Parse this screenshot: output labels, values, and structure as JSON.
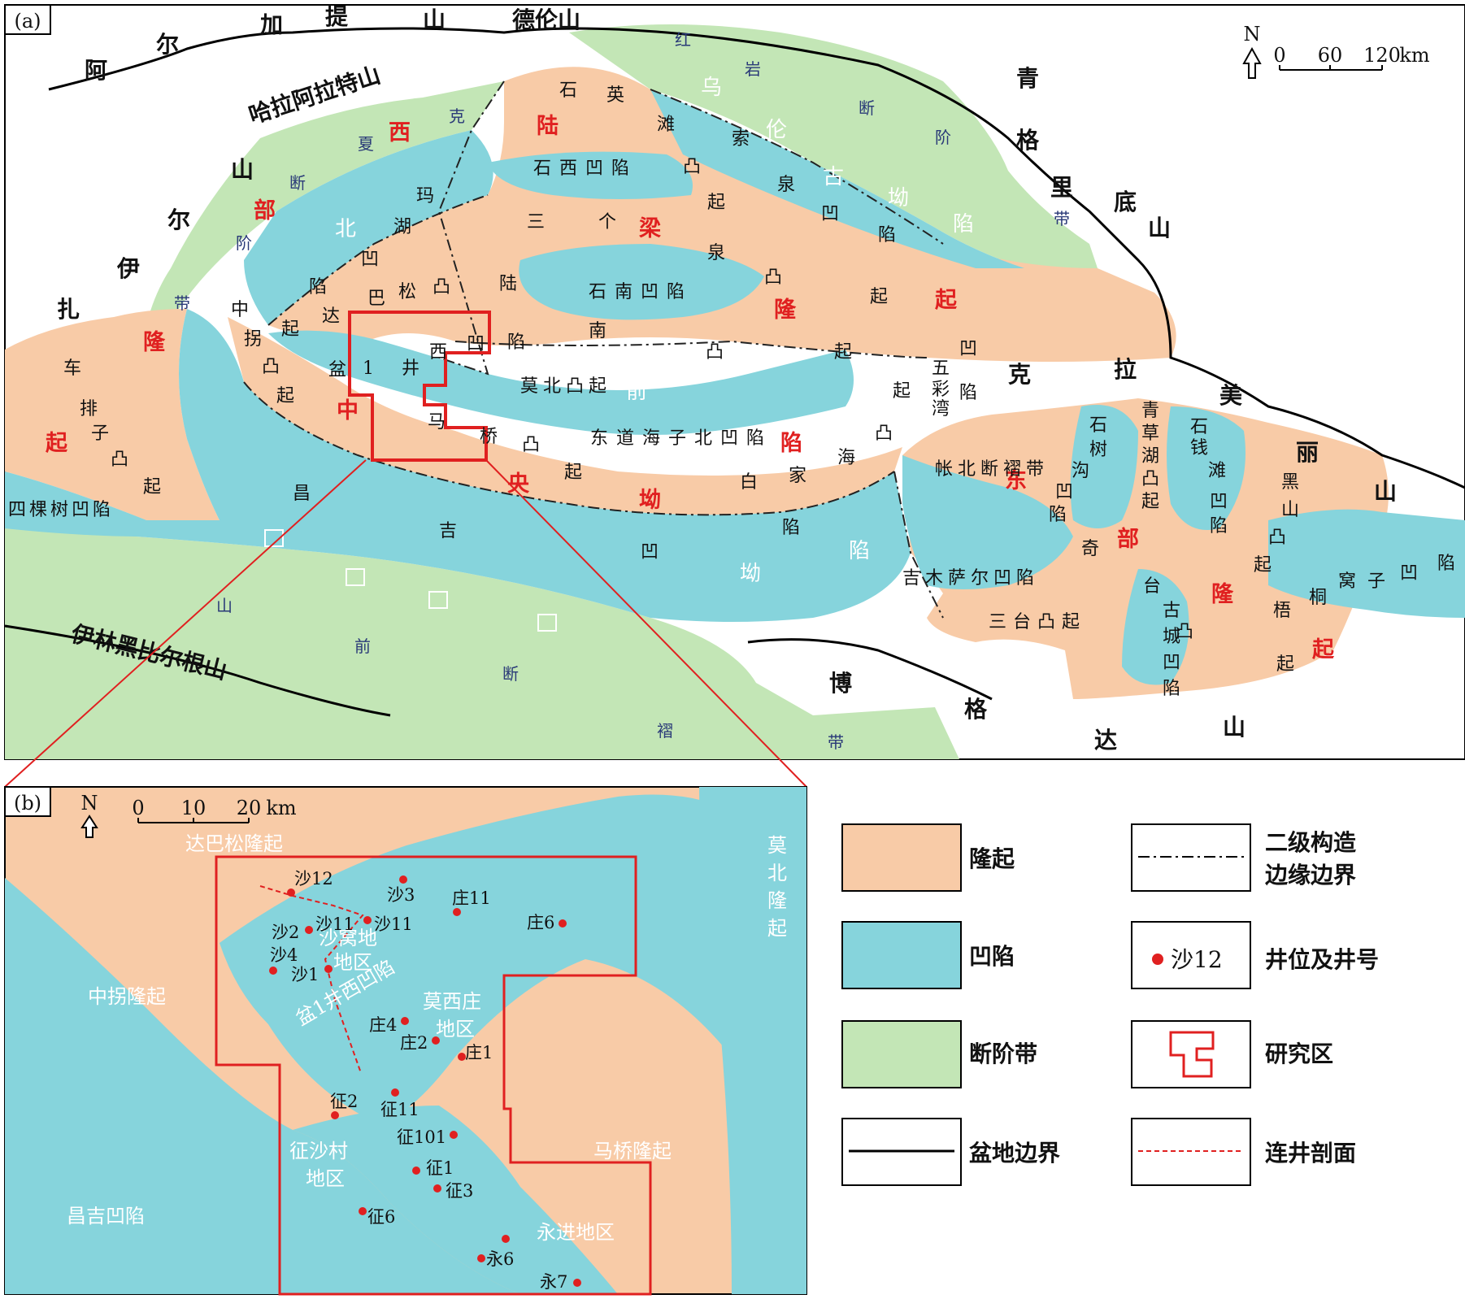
{
  "colors": {
    "uplift": "#f8cba7",
    "depression": "#86d4dc",
    "fault_step": "#c3e6b6",
    "study_area": "#e02020",
    "boundary": "#000000"
  },
  "panel_a": {
    "tag": "(a)",
    "compass": "N",
    "scale": [
      "0",
      "60",
      "120",
      "km"
    ],
    "mountains": {
      "m1": [
        "加",
        "提",
        "山",
        "德伦山"
      ],
      "m2": [
        "阿",
        "尔"
      ],
      "m3": "哈拉阿拉特山",
      "m4": [
        "山",
        "尔",
        "伊",
        "扎"
      ],
      "m5": [
        "青",
        "格",
        "里",
        "底",
        "山"
      ],
      "m6": [
        "克",
        "拉",
        "美",
        "丽",
        "山"
      ],
      "m7": "伊林黑比尔根山",
      "m8": [
        "博",
        "格",
        "达",
        "山"
      ]
    },
    "big_units": {
      "xibu_longqi": [
        "西",
        "部",
        "隆",
        "起"
      ],
      "luliang_longqi": [
        "陆",
        "梁",
        "隆",
        "起"
      ],
      "zhongyang_aoxian": [
        "中",
        "央",
        "坳",
        "陷"
      ],
      "wulungu_aoxian": [
        "乌",
        "伦",
        "古",
        "坳",
        "陷"
      ],
      "dongbu_longqi": [
        "东",
        "部",
        "隆",
        "起"
      ],
      "beiqianqian": [
        "北",
        "前",
        "坳",
        "陷"
      ],
      "bottom_q": [
        "昌",
        "吉",
        "凹",
        "陷"
      ]
    },
    "labels_fault": {
      "hong": [
        "红",
        "岩",
        "断",
        "阶",
        "带"
      ],
      "kexia": [
        "克",
        "夏",
        "断",
        "阶",
        "带"
      ],
      "shanqian": [
        "山",
        "前",
        "断",
        "褶",
        "带"
      ]
    },
    "sub_units": {
      "shiying": [
        "石",
        "英",
        "滩",
        "凸",
        "起"
      ],
      "shixi": "石西凹陷",
      "sange": [
        "三",
        "个",
        "泉",
        "凸",
        "起"
      ],
      "shinan": "石南凹陷",
      "suoquan": [
        "索",
        "泉",
        "凹",
        "陷"
      ],
      "mahu": [
        "玛",
        "湖",
        "凹",
        "陷"
      ],
      "dabasong": [
        "达",
        "巴",
        "松",
        "凸",
        "起"
      ],
      "zhongguai": [
        "中",
        "拐",
        "凸",
        "起"
      ],
      "penyijing": [
        "盆",
        "1",
        "井",
        "西",
        "凹",
        "陷"
      ],
      "moby": "莫北凸起",
      "luliang": [
        "陆",
        "南",
        "凸",
        "起"
      ],
      "dongdao": "东道海子北凹陷",
      "baijiahai": [
        "白",
        "家",
        "海",
        "凸",
        "起"
      ],
      "maqiao": [
        "马",
        "桥",
        "凸",
        "起"
      ],
      "wucaiwan": [
        "五",
        "彩",
        "湾",
        "凹",
        "陷"
      ],
      "beidu": "帐北断褶带",
      "shishugou": [
        "石",
        "树",
        "沟",
        "凹",
        "陷"
      ],
      "qingcaohu": [
        "青",
        "草",
        "湖",
        "凸",
        "起"
      ],
      "shiqiantan": [
        "石",
        "钱",
        "滩",
        "凹",
        "陷"
      ],
      "heishan": [
        "黑",
        "山",
        "凸",
        "起"
      ],
      "jimusaer": "吉木萨尔凹陷",
      "qitai": [
        "奇",
        "台"
      ],
      "gucheng": [
        "古",
        "城",
        "凹",
        "陷"
      ],
      "santai": "三台凸起",
      "wutong": [
        "梧",
        "桐",
        "窝",
        "子",
        "凹",
        "陷"
      ],
      "chepaizi": [
        "车",
        "排",
        "子",
        "凸",
        "起"
      ],
      "sikeshu": "四棵树凹陷",
      "changji": [
        "昌",
        "吉",
        "凹",
        "陷"
      ],
      "fukang": [
        "凸",
        "起"
      ]
    }
  },
  "panel_b": {
    "tag": "(b)",
    "compass": "N",
    "scale": [
      "0",
      "10",
      "20",
      "km"
    ],
    "regions": {
      "dabasong": "达巴松隆起",
      "mobei": [
        "莫",
        "北",
        "隆",
        "起"
      ],
      "zhongguai": "中拐隆起",
      "shawo": [
        "沙窝地",
        "地区"
      ],
      "penyi": "盆1井西凹陷",
      "moxizhuang": [
        "莫西庄",
        "地区"
      ],
      "maqiao": "马桥隆起",
      "zhengshacun": [
        "征沙村",
        "地区"
      ],
      "changji": "昌吉凹陷",
      "yongjin": "永进地区"
    },
    "wells": [
      "沙12",
      "沙3",
      "庄11",
      "沙2",
      "沙11",
      "沙11",
      "庄6",
      "沙4",
      "沙1",
      "庄4",
      "庄2",
      "庄1",
      "征2",
      "征11",
      "征101",
      "征1",
      "征3",
      "征6",
      "永6",
      "永7"
    ]
  },
  "legend": {
    "uplift": "隆起",
    "depression": "凹陷",
    "fault_step": "断阶带",
    "basin_boundary": "盆地边界",
    "secondary_boundary": [
      "二级构造",
      "边缘边界"
    ],
    "well_sample": "沙12",
    "well_label": "井位及井号",
    "study_area": "研究区",
    "well_section": "连井剖面"
  }
}
